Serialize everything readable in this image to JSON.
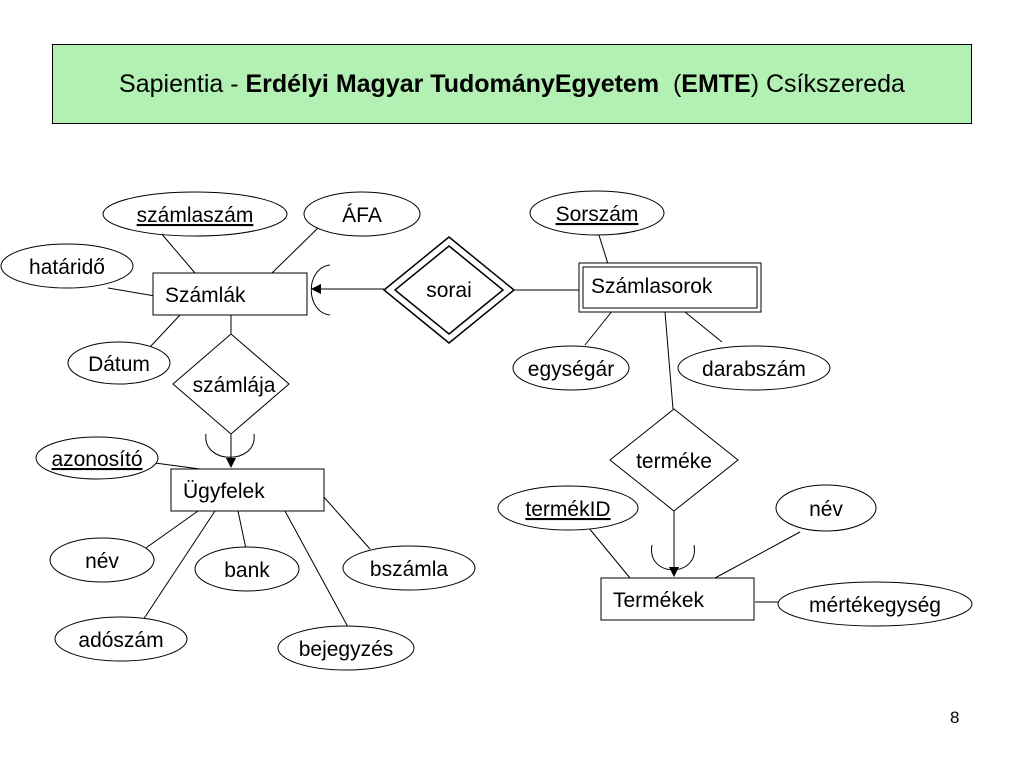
{
  "title": {
    "prefix": "Sapientia - ",
    "bold1": "Erdélyi Magyar TudományEgyetem",
    "gap": "  (",
    "bold2": "EMTE",
    "suffix": ") Csíkszereda"
  },
  "entities": {
    "szamlak": "Számlák",
    "szamlasorok": "Számlasorok",
    "ugyfelek": "Ügyfelek",
    "termekek": "Termékek"
  },
  "relationships": {
    "sorai": "sorai",
    "szamlaja": "számlája",
    "termeke": "terméke"
  },
  "attributes": {
    "szamlaszam": "számlaszám",
    "afa": "ÁFA",
    "hatarido": "határidő",
    "datum": "Dátum",
    "sorszam": "Sorszám",
    "egysegar": "egységár",
    "darabszam": "darabszám",
    "azonosito": "azonosító",
    "nev1": "név",
    "bank": "bank",
    "bszamla": "bszámla",
    "adoszam": "adószám",
    "bejegyzes": "bejegyzés",
    "termekid": "termékID",
    "nev2": "név",
    "mertekegyseg": "mértékegység"
  },
  "slide_number": "8"
}
